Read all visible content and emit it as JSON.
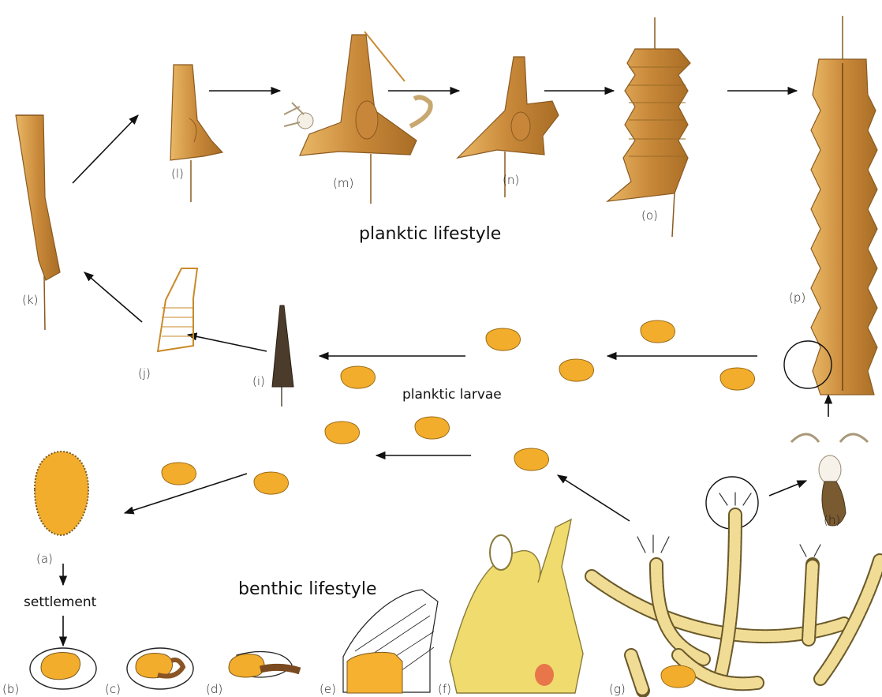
{
  "headings": {
    "planktic_lifestyle": "planktic lifestyle",
    "planktic_larvae": "planktic larvae",
    "benthic_lifestyle": "benthic lifestyle",
    "settlement": "settlement"
  },
  "stage_labels": {
    "a": "(a)",
    "b": "(b)",
    "c": "(c)",
    "d": "(d)",
    "e": "(e)",
    "f": "(f)",
    "g": "(g)",
    "h": "(h)",
    "i": "(i)",
    "j": "(j)",
    "k": "(k)",
    "l": "(l)",
    "m": "(m)",
    "n": "(n)",
    "o": "(o)",
    "p": "(p)"
  },
  "colors": {
    "larva_fill": "#f3ad2c",
    "larva_stroke": "#9a6a14",
    "shell_fill": "#d59a45",
    "shell_stroke": "#8a5a20",
    "tube_fill": "#f1dc96",
    "tube_stroke": "#6b5a2a",
    "arrow": "#111111"
  }
}
